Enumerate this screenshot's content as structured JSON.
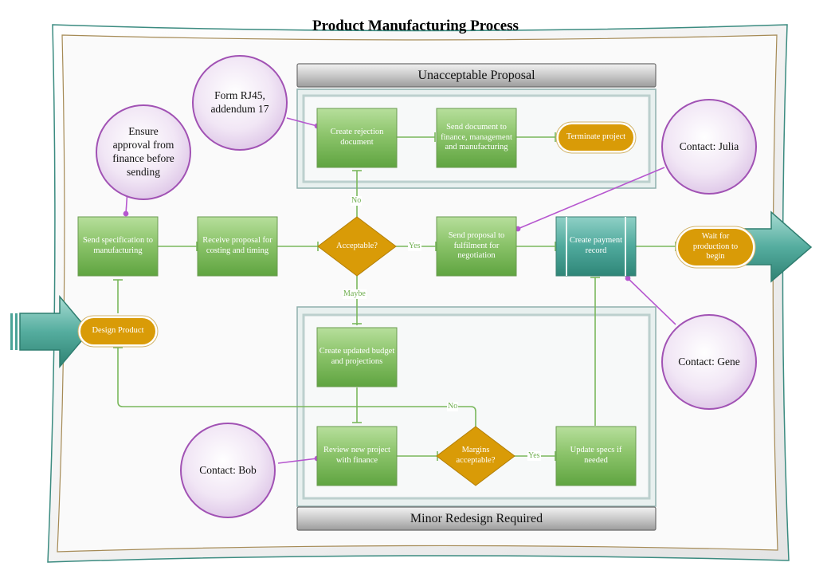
{
  "title": "Product Manufacturing Process",
  "colors": {
    "process_green_top": "#9fd07e",
    "process_green_bottom": "#5ea63f",
    "decision_gold": "#d89d0a",
    "terminal_gold": "#d99b07",
    "arrow_teal": "#3f9a8e",
    "note_fill": "#ead9f0",
    "note_stroke": "#a454b7",
    "connector": "#7ab85c"
  },
  "bands": {
    "top": "Unacceptable Proposal",
    "bottom": "Minor Redesign Required"
  },
  "nodes": {
    "design_product": "Design Product",
    "send_spec": "Send specification to manufacturing",
    "receive_proposal": "Receive proposal for costing and timing",
    "acceptable": "Acceptable?",
    "send_fulfilment": "Send proposal to fulfilment for negotiation",
    "create_payment": "Create payment record",
    "wait_production": "Wait for production to begin",
    "create_rejection": "Create rejection document",
    "send_document": "Send document to finance, management and manufacturing",
    "terminate": "Terminate project",
    "create_budget": "Create updated budget and projections",
    "review_project": "Review new project with finance",
    "margins": "Margins acceptable?",
    "update_specs": "Update specs if needed"
  },
  "edge_labels": {
    "no_top": "No",
    "yes_right": "Yes",
    "maybe": "Maybe",
    "no_loop": "No",
    "yes_margins": "Yes"
  },
  "notes": {
    "ensure": "Ensure approval from finance before sending",
    "form": "Form RJ45, addendum 17",
    "julia": "Contact: Julia",
    "gene": "Contact: Gene",
    "bob": "Contact: Bob"
  }
}
